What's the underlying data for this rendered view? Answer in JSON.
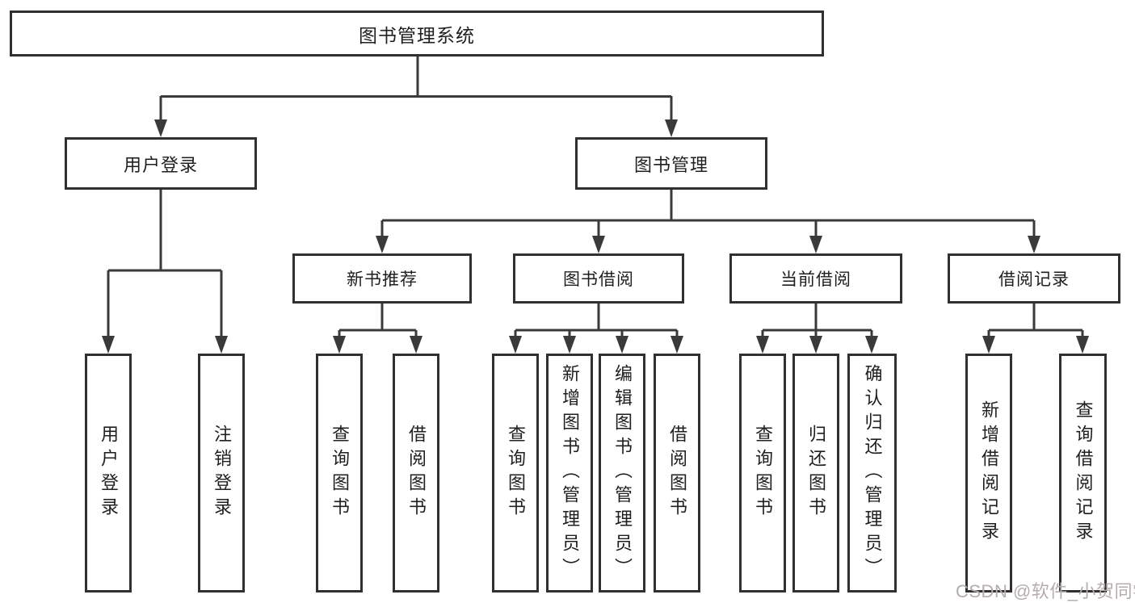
{
  "colors": {
    "line": "#3a3a3a",
    "border": "#303030",
    "text": "#1f1f1f",
    "background": "#ffffff",
    "watermark": "#b5acac"
  },
  "tree": {
    "root": {
      "label": "图书管理系统"
    },
    "branches": [
      {
        "label": "用户登录",
        "children": [
          {
            "label": "用户登录"
          },
          {
            "label": "注销登录"
          }
        ]
      },
      {
        "label": "图书管理",
        "children": [
          {
            "label": "新书推荐",
            "children": [
              {
                "label": "查询图书"
              },
              {
                "label": "借阅图书"
              }
            ]
          },
          {
            "label": "图书借阅",
            "children": [
              {
                "label": "查询图书"
              },
              {
                "label": "新增图书（管理员）"
              },
              {
                "label": "编辑图书（管理员）"
              },
              {
                "label": "借阅图书"
              }
            ]
          },
          {
            "label": "当前借阅",
            "children": [
              {
                "label": "查询图书"
              },
              {
                "label": "归还图书"
              },
              {
                "label": "确认归还（管理员）"
              }
            ]
          },
          {
            "label": "借阅记录",
            "children": [
              {
                "label": "新增借阅记录"
              },
              {
                "label": "查询借阅记录"
              }
            ]
          }
        ]
      }
    ]
  },
  "watermark": {
    "text": "CSDN @软件_小贺同学"
  }
}
